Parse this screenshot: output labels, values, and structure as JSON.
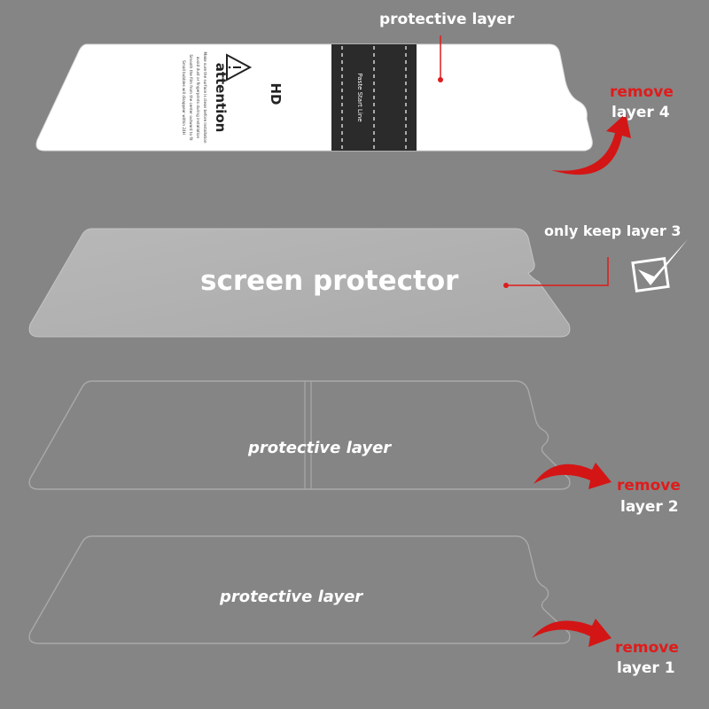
{
  "labels": {
    "top_protective": "protective layer",
    "remove_4_word": "remove",
    "remove_4_layer": "layer 4",
    "keep_layer_3": "only keep layer 3",
    "screen_protector": "screen protector",
    "protective_layer_2": "protective layer",
    "remove_2_word": "remove",
    "remove_2_layer": "layer 2",
    "protective_layer_1": "protective layer",
    "remove_1_word": "remove",
    "remove_1_layer": "layer 1"
  },
  "top_film": {
    "hd_text": "HD",
    "attention_text": "attention",
    "instructions": [
      "Make sure the surface is clean before installation",
      "avoid dust or fingerprints during installation",
      "Smooth the film from the center outward to fit",
      "Small bubbles will disappear within 24H"
    ],
    "strip_text": "Paste Start Line"
  },
  "colors": {
    "background": "#858585",
    "accent_red": "#e01b1b",
    "film_white": "#ffffff",
    "strip_black": "#2b2b2b",
    "glass": "#b3b3b3",
    "outline": "#a9a9a9"
  }
}
